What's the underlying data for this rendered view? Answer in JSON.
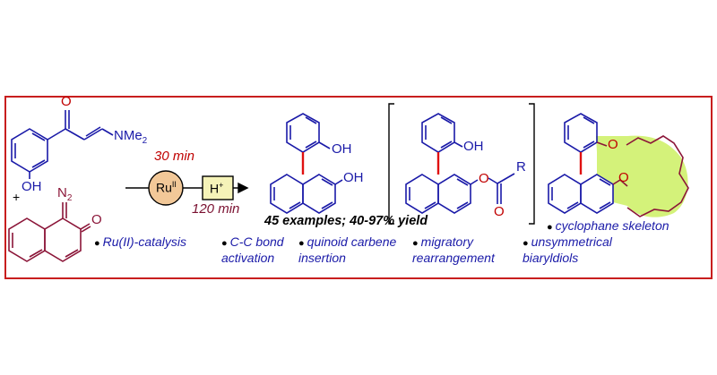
{
  "labels": {
    "plus": "+",
    "oxygen": "O",
    "nme2": "NMe",
    "nme2_sub": "2",
    "oh": "OH",
    "n2": "N",
    "n2_sub": "2",
    "ketone_o": "O",
    "ru": "Ru",
    "ru_sup": "II",
    "h": "H",
    "h_sup": "+",
    "r": "R"
  },
  "conditions": {
    "time_ru": "30 min",
    "time_acid": "120 min"
  },
  "yield": "45 examples; 40-97% yield",
  "bullets": {
    "ru_catalysis": "Ru(II)-catalysis",
    "cc_line1": "C-C bond",
    "cc_line2": "activation",
    "quinoid_line1": "quinoid carbene",
    "quinoid_line2": "insertion",
    "migratory_line1": "migratory",
    "migratory_line2": "rearrangement",
    "cyclophane": "cyclophane skeleton",
    "unsym_line1": "unsymmetrical",
    "unsym_line2": "biaryldiols"
  },
  "colors": {
    "frame": "#c81e1e",
    "blue_structure": "#1a1aa8",
    "red_structure": "#8b1538",
    "ru_circle": "#f2c898",
    "acid_box": "#f5f3b8",
    "macrocycle": "#d4f27a",
    "key_bond": "#e01010"
  }
}
